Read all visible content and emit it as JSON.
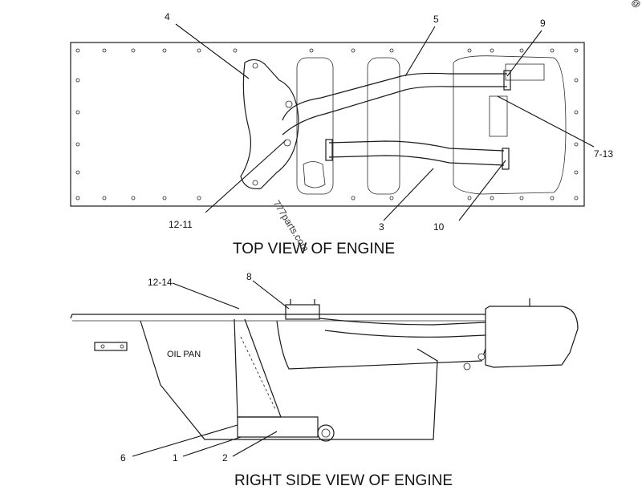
{
  "views": {
    "top_title": "TOP VIEW OF ENGINE",
    "side_title": "RIGHT SIDE VIEW OF ENGINE",
    "oil_pan_label": "OIL PAN"
  },
  "watermark": "777parts.com",
  "corner_mark": "@",
  "callouts": {
    "c1": "1",
    "c2": "2",
    "c3": "3",
    "c4": "4",
    "c5": "5",
    "c6": "6",
    "c7_13": "7-13",
    "c8": "8",
    "c9": "9",
    "c10": "10",
    "c12_11": "12-11",
    "c12_14": "12-14"
  }
}
